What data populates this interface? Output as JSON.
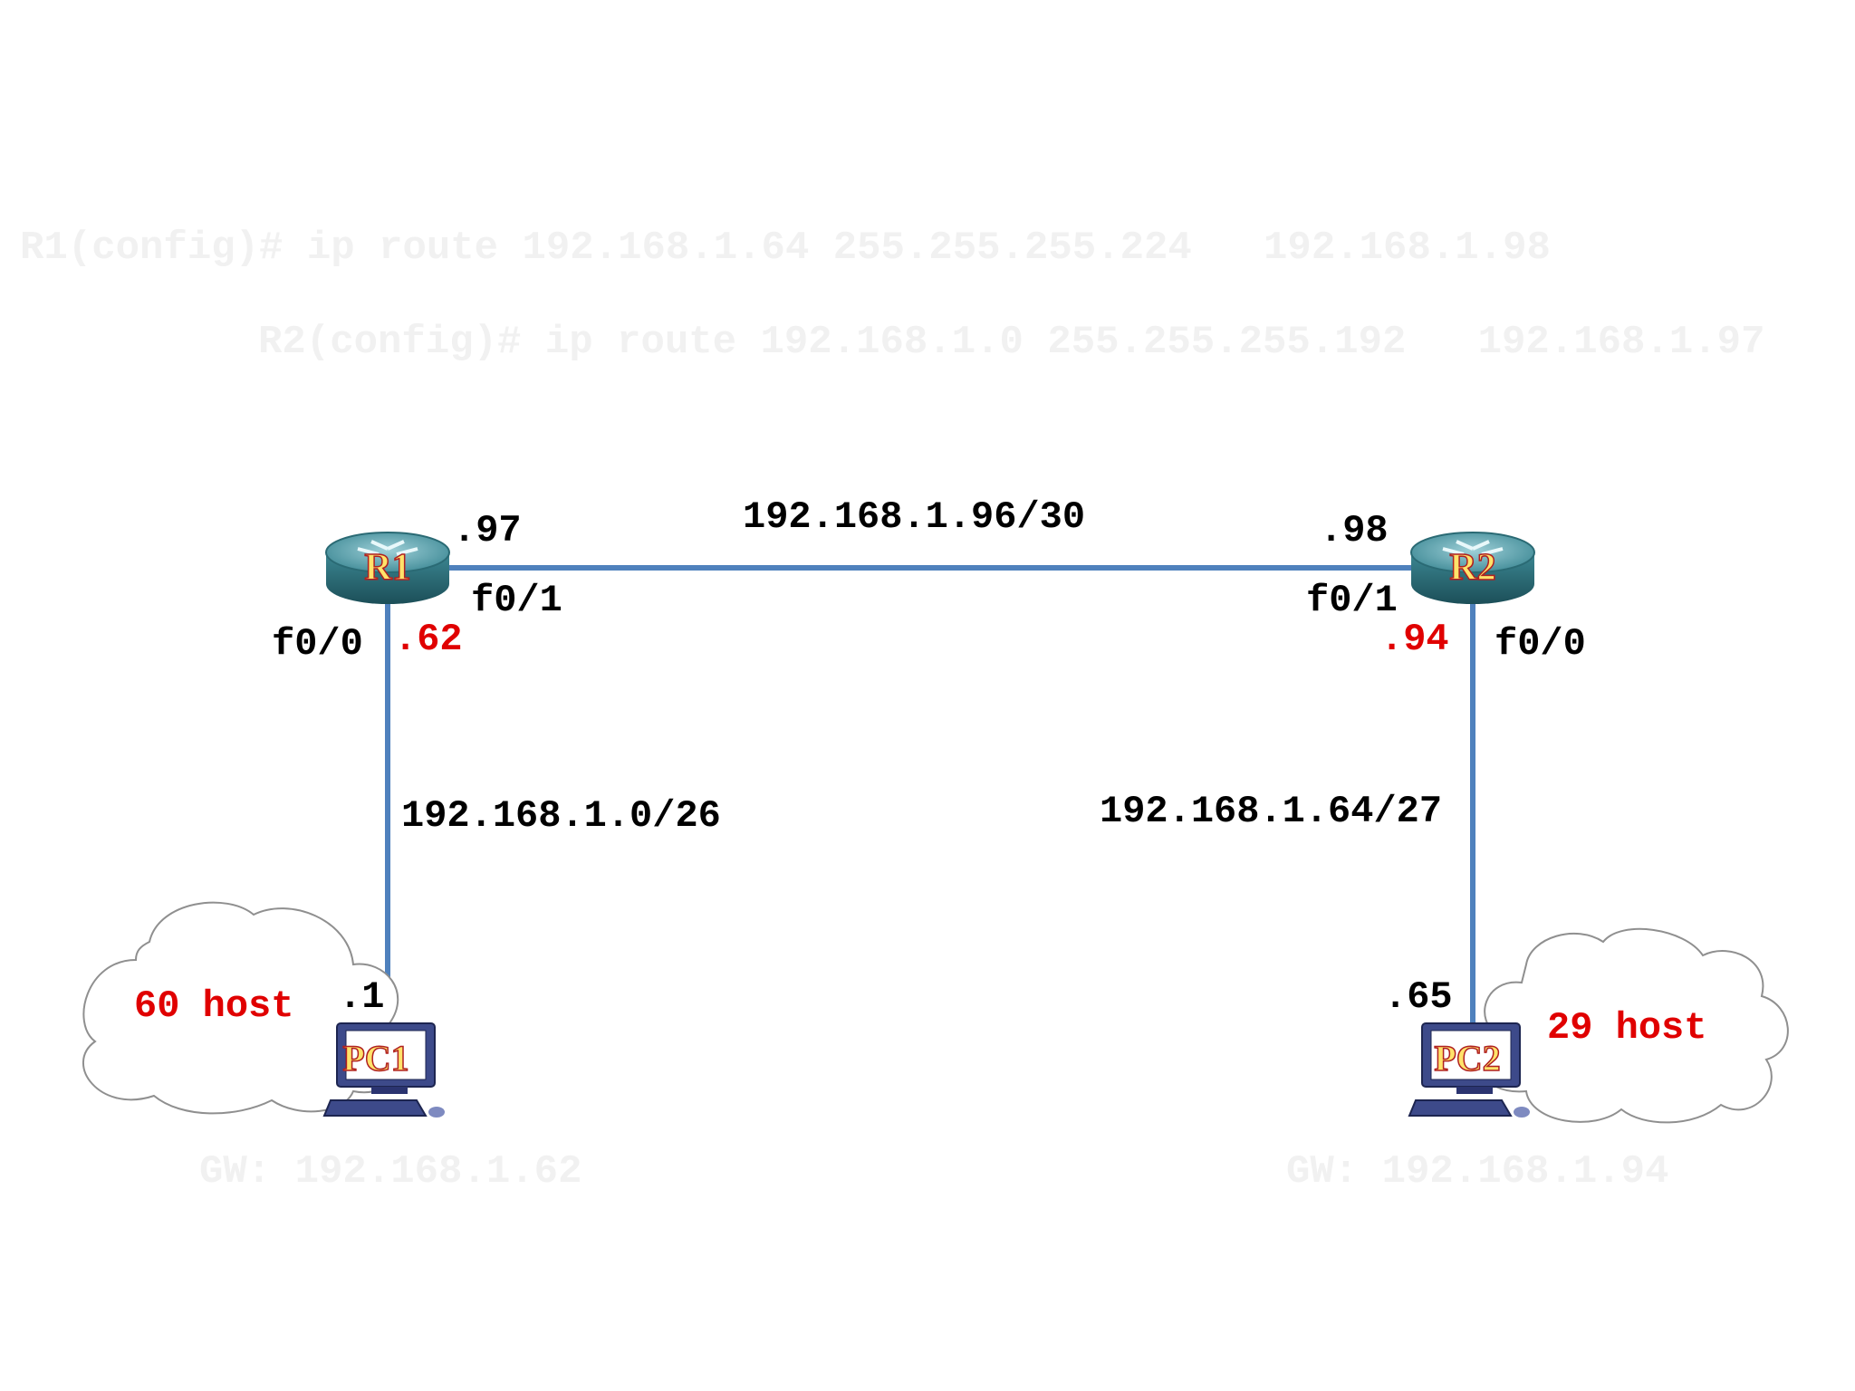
{
  "commands": {
    "r1": "R1(config)# ip route 192.168.1.64 255.255.255.224   192.168.1.98",
    "r2": "R2(config)# ip route 192.168.1.0 255.255.255.192   192.168.1.97"
  },
  "devices": {
    "r1": "R1",
    "r2": "R2",
    "pc1": "PC1",
    "pc2": "PC2"
  },
  "networks": {
    "wan": "192.168.1.96/30",
    "lan1": "192.168.1.0/26",
    "lan2": "192.168.1.64/27"
  },
  "addresses": {
    "r1_wan": ".97",
    "r2_wan": ".98",
    "r1_lan": ".62",
    "r2_lan": ".94",
    "pc1": ".1",
    "pc2": ".65"
  },
  "interfaces": {
    "r1_f01": "f0/1",
    "r2_f01": "f0/1",
    "r1_f00": "f0/0",
    "r2_f00": "f0/0"
  },
  "hosts": {
    "left": "60 host",
    "right": "29 host"
  },
  "gateways": {
    "pc1": "GW: 192.168.1.62",
    "pc2": "GW: 192.168.1.94"
  },
  "colors": {
    "link": "#4f81bd",
    "highlight": "#e00000",
    "router_body": "#3f8a96"
  }
}
